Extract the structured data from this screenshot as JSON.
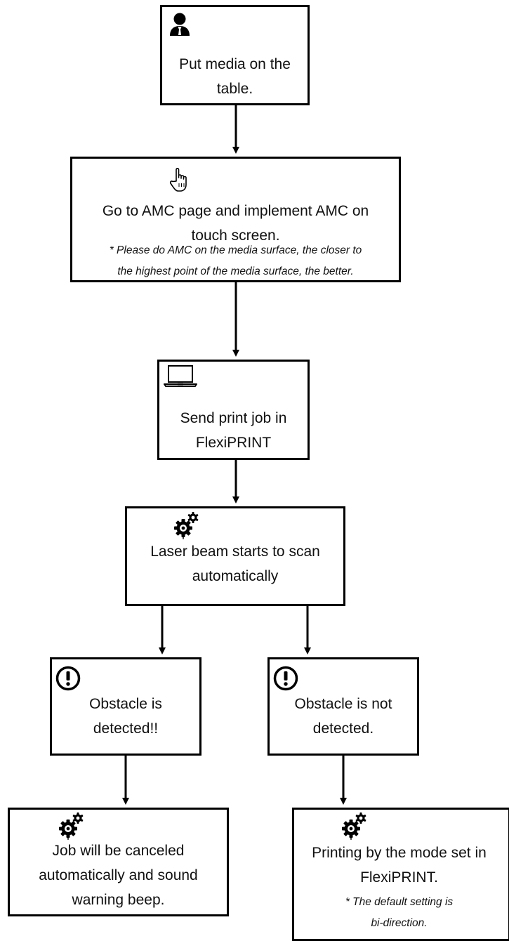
{
  "steps": {
    "s1": {
      "text": "Put media on the\ntable.",
      "icon": "person-icon"
    },
    "s2": {
      "text": "Go to AMC page and implement AMC on\ntouch screen.",
      "note": "* Please do AMC on the media surface, the closer to\nthe highest point of the media surface, the better.",
      "icon": "hand-pointer-icon"
    },
    "s3": {
      "text": "Send print job in\nFlexiPRINT",
      "icon": "laptop-icon"
    },
    "s4": {
      "text": "Laser beam starts to scan\nautomatically",
      "icon": "gears-icon"
    },
    "s5": {
      "text": "Obstacle is\ndetected!!",
      "icon": "exclamation-circle-icon"
    },
    "s6": {
      "text": "Obstacle is not\ndetected.",
      "icon": "exclamation-circle-icon"
    },
    "s7": {
      "text": "Job will be canceled\nautomatically and sound\nwarning beep.",
      "icon": "gears-icon"
    },
    "s8": {
      "text": "Printing by the mode set in\nFlexiPRINT.",
      "note": "* The default setting is\nbi-direction.",
      "icon": "gears-icon"
    }
  }
}
